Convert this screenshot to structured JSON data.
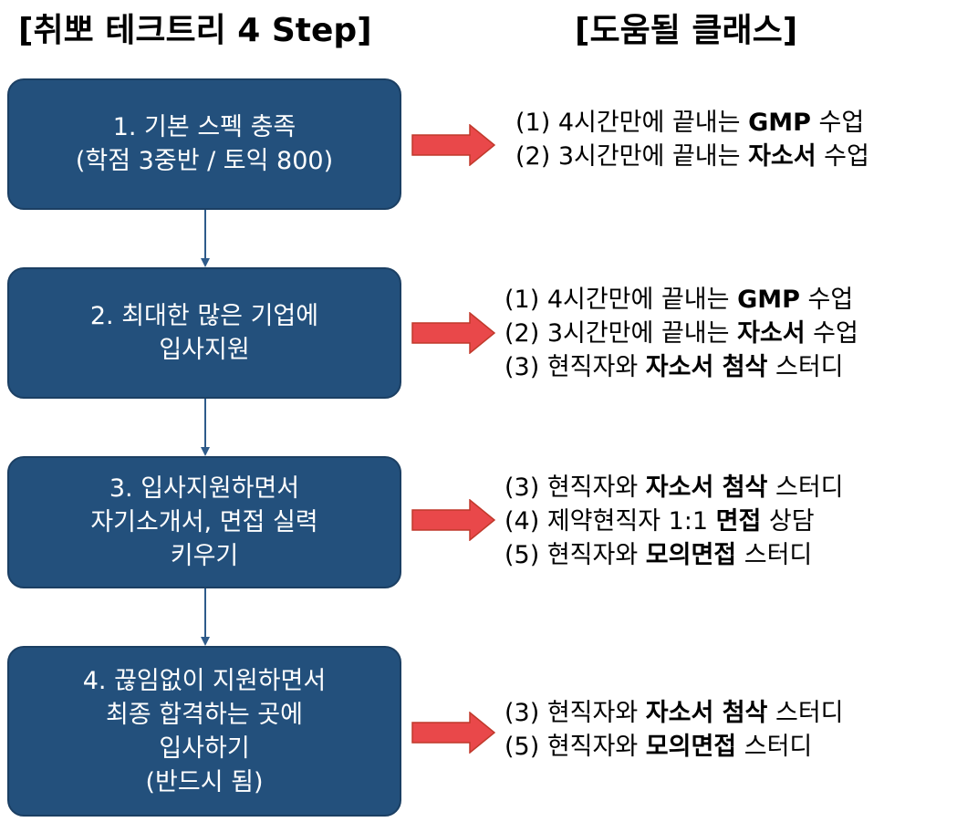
{
  "headers": {
    "left": "[취뽀 테크트리 4 Step]",
    "right": "[도움될 클래스]"
  },
  "colors": {
    "box_fill": "#23507c",
    "connector": "#2f5b8a",
    "arrow_fill": "#e9484a",
    "arrow_stroke": "#c0392b"
  },
  "steps": [
    {
      "lines": [
        "1. 기본 스펙 충족",
        "(학점 3중반 / 토익 800)"
      ],
      "classes": [
        {
          "prefix": "(1) 4시간만에 끝내는 ",
          "bold": "GMP",
          "suffix": " 수업"
        },
        {
          "prefix": "(2) 3시간만에 끝내는 ",
          "bold": "자소서",
          "suffix": " 수업"
        }
      ]
    },
    {
      "lines": [
        "2. 최대한 많은 기업에",
        "입사지원"
      ],
      "classes": [
        {
          "prefix": "(1) 4시간만에 끝내는 ",
          "bold": "GMP",
          "suffix": " 수업"
        },
        {
          "prefix": "(2) 3시간만에 끝내는 ",
          "bold": "자소서",
          "suffix": " 수업"
        },
        {
          "prefix": "(3) 현직자와 ",
          "bold": "자소서 첨삭",
          "suffix": " 스터디"
        }
      ]
    },
    {
      "lines": [
        "3. 입사지원하면서",
        "자기소개서, 면접 실력",
        "키우기"
      ],
      "classes": [
        {
          "prefix": "(3) 현직자와 ",
          "bold": "자소서 첨삭",
          "suffix": " 스터디"
        },
        {
          "prefix": "(4) 제약현직자 1:1 ",
          "bold": "면접",
          "suffix": " 상담"
        },
        {
          "prefix": "(5) 현직자와 ",
          "bold": "모의면접",
          "suffix": " 스터디"
        }
      ]
    },
    {
      "lines": [
        "4. 끊임없이 지원하면서",
        "최종 합격하는 곳에",
        "입사하기",
        "(반드시 됨)"
      ],
      "classes": [
        {
          "prefix": "(3) 현직자와 ",
          "bold": "자소서 첨삭",
          "suffix": " 스터디"
        },
        {
          "prefix": "(5) 현직자와 ",
          "bold": "모의면접",
          "suffix": " 스터디"
        }
      ]
    }
  ]
}
